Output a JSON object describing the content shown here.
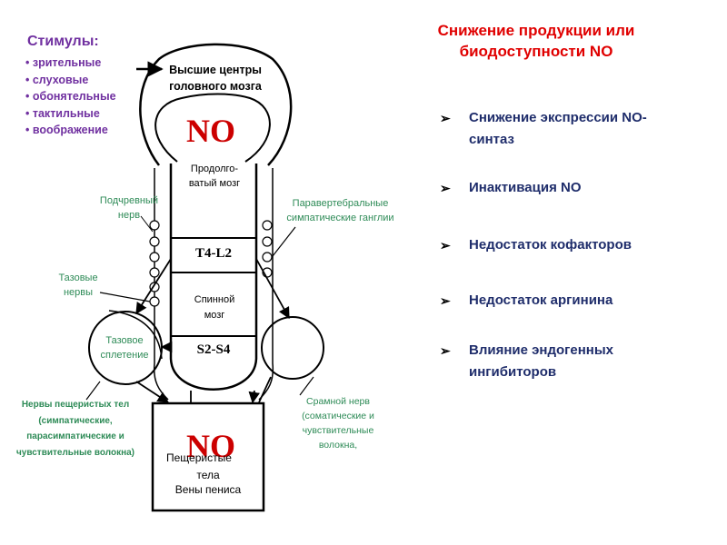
{
  "stimuli": {
    "title": "Стимулы:",
    "items": [
      "зрительные",
      "слуховые",
      "обонятельные",
      "тактильные",
      "воображение"
    ]
  },
  "diagram": {
    "higher_centers": "Высшие центры головного мозга",
    "no_brain": "NO",
    "medulla": "Продолго-ватый мозг",
    "segment_upper": "T4-L2",
    "spinal_cord": "Спинной мозг",
    "segment_lower": "S2-S4",
    "hypogastric_nerve": "Подчревный нерв",
    "paravertebral": "Паравертебральные симпатические ганглии",
    "pelvic_nerves": "Тазовые нервы",
    "pelvic_plexus": "Тазовое сплетение",
    "cavernous_nerves": "Нервы пещеристых тел (симпатические, парасимпатические и чувствительные волокна)",
    "pudendal_nerve": "Срамной нерв (соматические и чувствительные волокна,",
    "penis_line1": "Пещеристые",
    "penis_line2": "тела",
    "penis_line3": "Вены пениса",
    "no_penis": "NO"
  },
  "right_panel": {
    "title": "Снижение продукции или биодоступности NO",
    "factors": [
      "Снижение экспрессии NO-синтаз",
      "Инактивация NO",
      "Недостаток кофакторов",
      "Недостаток аргинина",
      "Влияние эндогенных ингибиторов"
    ]
  },
  "colors": {
    "title_red": "#e00000",
    "stimuli_purple": "#7030a0",
    "label_green": "#2e8b57",
    "factor_navy": "#1f2d6b",
    "no_red": "#cc0000"
  }
}
